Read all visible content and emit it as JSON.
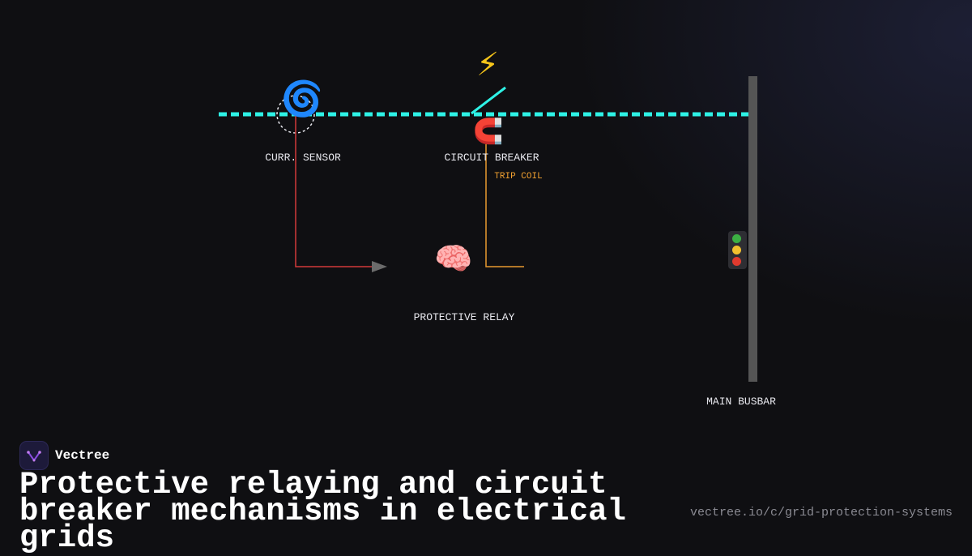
{
  "diagram": {
    "labels": {
      "current_sensor": "CURR. SENSOR",
      "circuit_breaker": "CIRCUIT BREAKER",
      "trip_coil": "TRIP COIL",
      "protective_relay": "PROTECTIVE RELAY",
      "main_busbar": "MAIN BUSBAR"
    },
    "icons": {
      "sensor": "🌀",
      "breaker": "⚡",
      "trip_coil": "🧲",
      "relay": "🧠"
    },
    "colors": {
      "line": "#2ef2e6",
      "busbar": "#555555",
      "sensor_wire": "#d23a3a",
      "trip_wire": "#e89a30",
      "trip_label": "#f0a030",
      "arrow": "#6b6b6b",
      "light_green": "#3cb043",
      "light_yellow": "#f2c12e",
      "light_red": "#e03a2e"
    }
  },
  "footer": {
    "brand_name": "Vectree",
    "title": "Protective relaying and circuit breaker mechanisms in electrical grids",
    "url": "vectree.io/c/grid-protection-systems"
  }
}
